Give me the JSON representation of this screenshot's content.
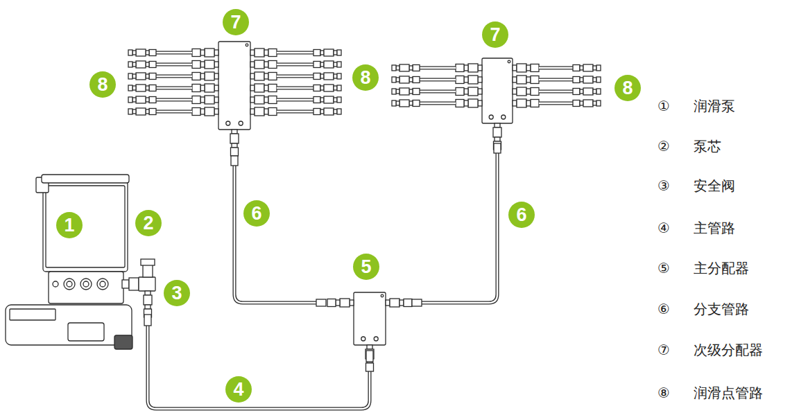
{
  "diagram": {
    "labels": [
      "7",
      "7",
      "8",
      "8",
      "8",
      "1",
      "2",
      "6",
      "6",
      "3",
      "5",
      "4",
      "①",
      "润滑泵",
      "②",
      "泵芯",
      "③",
      "安全阀",
      "④",
      "主管路",
      "⑤",
      "主分配器",
      "⑥",
      "分支管路",
      "⑦",
      "次级分配器",
      "⑧",
      "润滑点管路"
    ]
  }
}
